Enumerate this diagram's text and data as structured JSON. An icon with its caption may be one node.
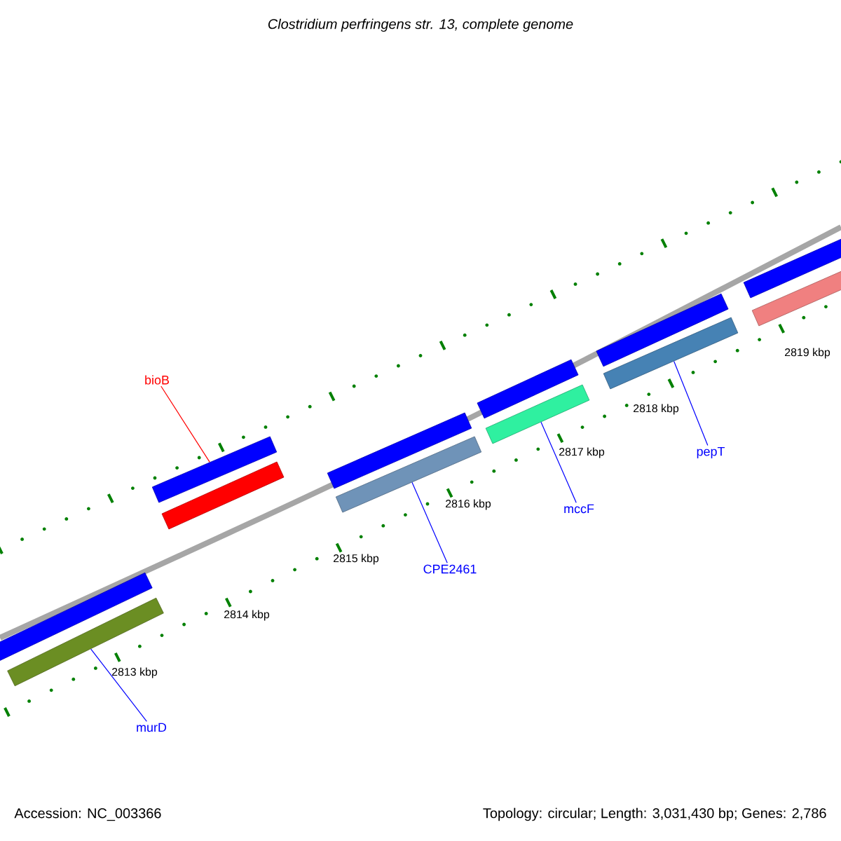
{
  "diagram": {
    "title": "Clostridium perfringens str. 13, complete genome",
    "nodes": [
      {
        "text": [
          "bioB"
        ]
      },
      {
        "text": [
          "CPE2461"
        ]
      },
      {
        "text": [
          "mccF"
        ]
      },
      {
        "text": [
          "pepT"
        ]
      },
      {
        "text": [
          "murD"
        ]
      },
      {
        "text": [],
        "shape": "bar"
      },
      {
        "text": [],
        "shape": "bar"
      },
      {
        "text": [],
        "shape": "bar"
      },
      {
        "text": [],
        "shape": "bar"
      },
      {
        "text": [],
        "shape": "bar"
      },
      {
        "text": [],
        "shape": "bar"
      },
      {
        "text": [],
        "shape": "bar"
      },
      {
        "text": [],
        "shape": "bar"
      },
      {
        "text": [],
        "shape": "bar"
      },
      {
        "text": [],
        "shape": "bar"
      },
      {
        "text": [],
        "shape": "bar"
      },
      {
        "text": [],
        "shape": "bar"
      }
    ],
    "edges": [
      {
        "from": 0,
        "to": 7,
        "arrow": "none",
        "color": "#ff0000"
      },
      {
        "from": 1,
        "to": 10,
        "arrow": "none"
      },
      {
        "from": 2,
        "to": 12,
        "arrow": "none"
      },
      {
        "from": 3,
        "to": 14,
        "arrow": "none"
      },
      {
        "from": 4,
        "to": 6,
        "arrow": "none"
      }
    ],
    "labels": [
      "2819 kbp",
      "2818 kbp",
      "2817 kbp",
      "2816 kbp",
      "2815 kbp",
      "2814 kbp",
      "2813 kbp",
      "Accession: NC_003366",
      "Topology: circular; Length: 3,031,430 bp; Genes: 2,786"
    ]
  }
}
